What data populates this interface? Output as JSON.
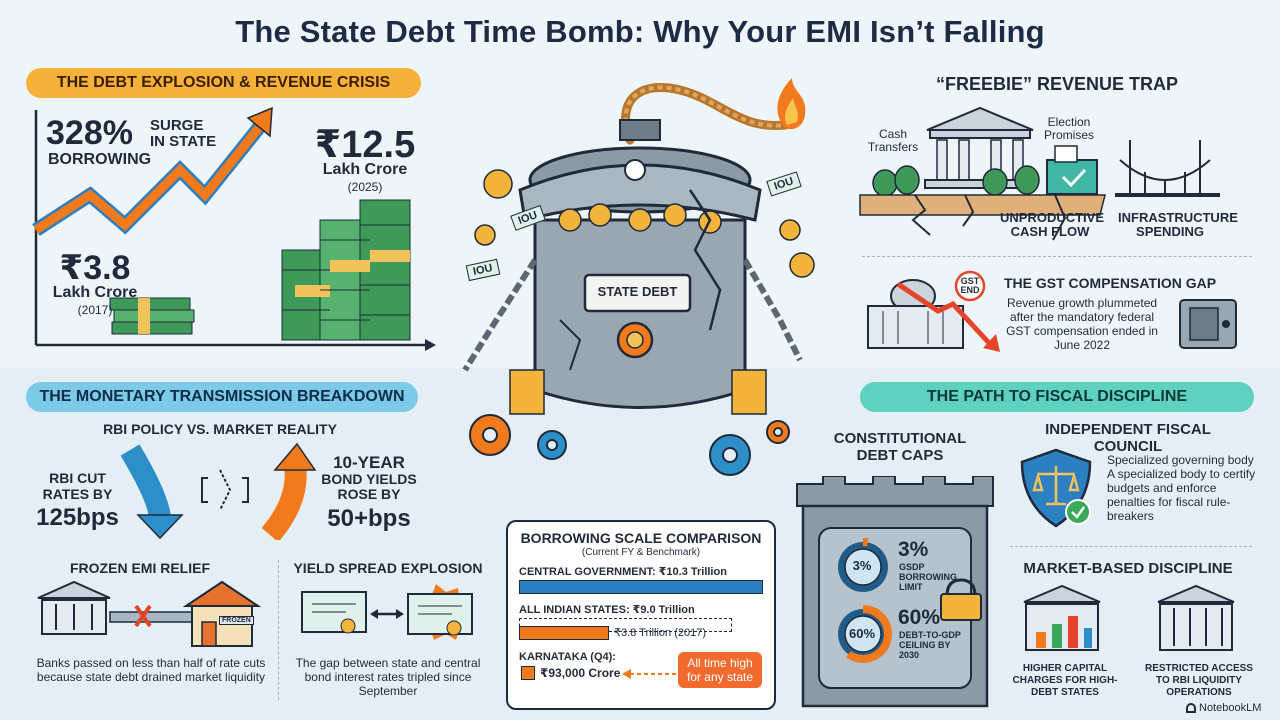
{
  "title": "The State Debt Time Bomb: Why Your EMI Isn’t Falling",
  "debt": {
    "header": "THE DEBT EXPLOSION & REVENUE CRISIS",
    "surge_pct": "328%",
    "surge_label_line1": "SURGE",
    "surge_label_line2": "IN STATE",
    "borrowing": "BORROWING",
    "val_2025": "₹12.5",
    "unit_2025": "Lakh Crore",
    "year_2025": "(2025)",
    "val_2017": "₹3.8",
    "unit_2017": "Lakh Crore",
    "year_2017": "(2017)"
  },
  "bomb": {
    "label": "STATE DEBT",
    "iou": "IOU"
  },
  "freebie": {
    "header": "“FREEBIE” REVENUE TRAP",
    "cash_transfers": "Cash Transfers",
    "election_promises": "Election Promises",
    "unproductive": "UNPRODUCTIVE CASH FLOW",
    "infrastructure": "INFRASTRUCTURE SPENDING"
  },
  "gst": {
    "header": "THE GST COMPENSATION GAP",
    "badge": "GST END",
    "text": "Revenue growth plummeted after the mandatory federal GST compensation ended in June 2022"
  },
  "monetary": {
    "header": "THE MONETARY TRANSMISSION BREAKDOWN",
    "subheader": "RBI POLICY VS. MARKET REALITY",
    "cut_line1": "RBI CUT",
    "cut_line2": "RATES BY",
    "cut_value": "125bps",
    "yield_line1": "10-YEAR",
    "yield_line2": "BOND YIELDS",
    "yield_line3": "ROSE BY",
    "yield_value": "50+bps",
    "frozen_title": "FROZEN EMI RELIEF",
    "frozen_text": "Banks passed on less than half of rate cuts because state debt drained market liquidity",
    "frozen_tag": "FROZEN",
    "spread_title": "YIELD SPREAD EXPLOSION",
    "spread_text": "The gap between state and central bond interest rates tripled since September"
  },
  "borrowing": {
    "title": "BORROWING SCALE COMPARISON",
    "subtitle": "(Current FY & Benchmark)",
    "central": "CENTRAL GOVERNMENT: ₹10.3 Trillion",
    "states": "ALL INDIAN STATES: ₹9.0 Trillion",
    "states_2017": "₹3.8 Trillion (2017)",
    "karnataka": "KARNATAKA (Q4):",
    "karnataka_val": "₹93,000 Crore",
    "alert": "All time high for any state"
  },
  "borrowing_chart": {
    "unit": "Trillion",
    "central": 10.3,
    "states": 9.0,
    "states_2017": 3.8,
    "karnataka": 0.93
  },
  "path": {
    "header": "THE PATH TO FISCAL DISCIPLINE",
    "caps_title": "CONSTITUTIONAL DEBT CAPS",
    "gsdp_pct": "3%",
    "gsdp_label": "GSDP BORROWING LIMIT",
    "debt_pct": "60%",
    "debt_label": "DEBT-TO-GDP CEILING BY 2030",
    "council_title": "INDEPENDENT FISCAL COUNCIL",
    "council_text1": "Specialized governing body",
    "council_text2": "A specialized body to certify budgets and enforce penalties for fiscal rule-breakers",
    "market_title": "MARKET-BASED DISCIPLINE",
    "higher_capital": "HIGHER CAPITAL CHARGES FOR HIGH-DEBT STATES",
    "restricted": "RESTRICTED ACCESS TO RBI LIQUIDITY OPERATIONS"
  },
  "footer": {
    "brand": "NotebookLM"
  },
  "colors": {
    "orange": "#f6b13a",
    "blue": "#7cc9e8",
    "teal": "#5fd1c0",
    "arrow_orange": "#f07a1c",
    "arrow_blue": "#2c8fc9",
    "money_green": "#3f9a5a"
  }
}
